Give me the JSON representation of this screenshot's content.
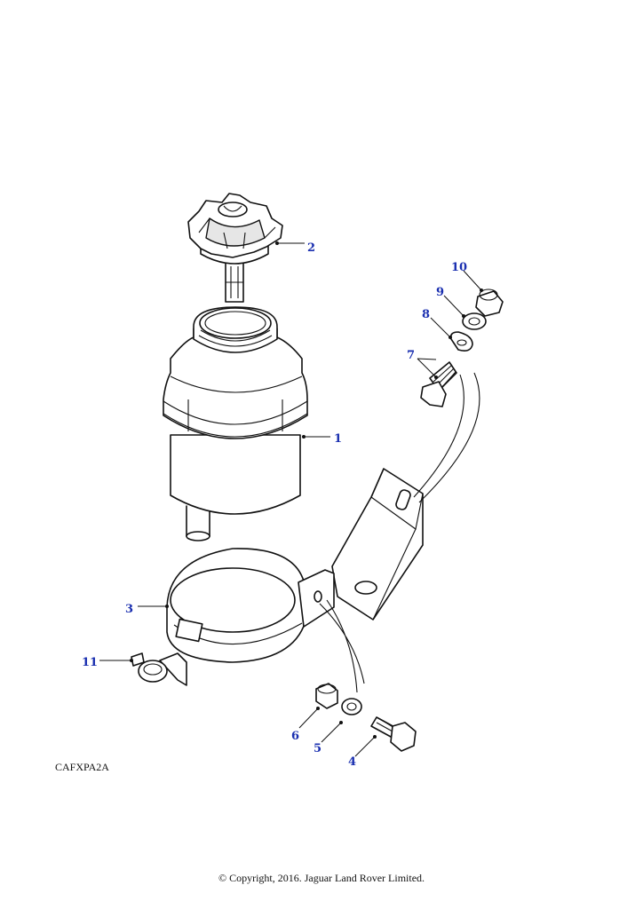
{
  "callouts": [
    {
      "num": "1"
    },
    {
      "num": "2"
    },
    {
      "num": "3"
    },
    {
      "num": "4"
    },
    {
      "num": "5"
    },
    {
      "num": "6"
    },
    {
      "num": "7"
    },
    {
      "num": "8"
    },
    {
      "num": "9"
    },
    {
      "num": "10"
    },
    {
      "num": "11"
    }
  ],
  "reference_code": "CAFXPA2A",
  "copyright": "© Copyright, 2016. Jaguar Land Rover Limited.",
  "colors": {
    "callout_text": "#1a2fb0",
    "line": "#111111"
  }
}
